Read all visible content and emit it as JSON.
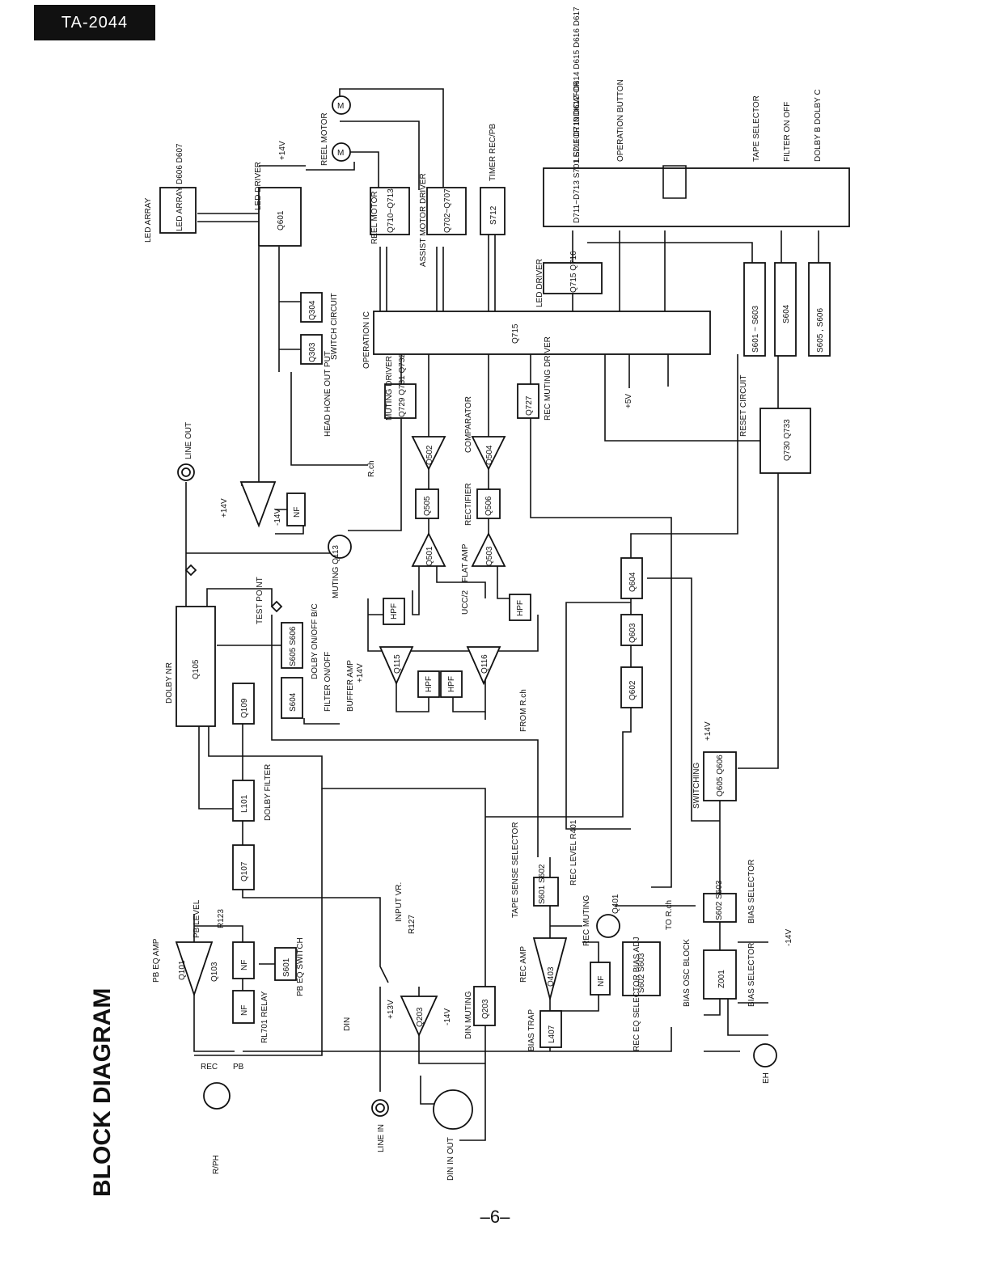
{
  "header": {
    "model": "TA-2044"
  },
  "footer": {
    "page": "–6–"
  },
  "title": "BLOCK DIAGRAM",
  "blocks": [
    {
      "id": "q601",
      "label": "Q601"
    },
    {
      "id": "led-array",
      "label": "LED ARRAY D606 D607"
    },
    {
      "id": "q710",
      "label": "Q710~Q713"
    },
    {
      "id": "q702",
      "label": "Q702~Q707"
    },
    {
      "id": "s712",
      "label": "S712"
    },
    {
      "id": "d-panel",
      "label": "D711~D713   S701 S711   D710   D612~D614   D615   D616 D617"
    },
    {
      "id": "q304",
      "label": "Q304"
    },
    {
      "id": "q303",
      "label": "Q303"
    },
    {
      "id": "q715-ic",
      "label": "Q715"
    },
    {
      "id": "q715-716",
      "label": "Q715 Q716"
    },
    {
      "id": "s601-603",
      "label": "S601 ~ S603"
    },
    {
      "id": "s604-r",
      "label": "S604"
    },
    {
      "id": "s605-606-r",
      "label": "S605 , S606"
    },
    {
      "id": "q729",
      "label": "Q729 Q731 Q732"
    },
    {
      "id": "q727",
      "label": "Q727"
    },
    {
      "id": "q730",
      "label": "Q730 Q733"
    },
    {
      "id": "q505",
      "label": "Q505"
    },
    {
      "id": "q506",
      "label": "Q506"
    },
    {
      "id": "nf-out",
      "label": "NF"
    },
    {
      "id": "hpf1",
      "label": "HPF"
    },
    {
      "id": "hpf2",
      "label": "HPF"
    },
    {
      "id": "hpf3",
      "label": "HPF"
    },
    {
      "id": "hpf4",
      "label": "HPF"
    },
    {
      "id": "q105",
      "label": "Q105"
    },
    {
      "id": "s605-606",
      "label": "S605 S606"
    },
    {
      "id": "s604",
      "label": "S604"
    },
    {
      "id": "q109",
      "label": "Q109"
    },
    {
      "id": "q604",
      "label": "Q604"
    },
    {
      "id": "q603",
      "label": "Q603"
    },
    {
      "id": "q602",
      "label": "Q602"
    },
    {
      "id": "l101",
      "label": "L101"
    },
    {
      "id": "q107",
      "label": "Q107"
    },
    {
      "id": "q605",
      "label": "Q605 Q606"
    },
    {
      "id": "nf-1",
      "label": "NF"
    },
    {
      "id": "nf-2",
      "label": "NF"
    },
    {
      "id": "s601",
      "label": "S601"
    },
    {
      "id": "s601-602",
      "label": "S601 S602"
    },
    {
      "id": "q203",
      "label": "Q203"
    },
    {
      "id": "l407",
      "label": "L407"
    },
    {
      "id": "nf-rec",
      "label": "NF"
    },
    {
      "id": "s602-603",
      "label": "S602 S603"
    },
    {
      "id": "s602-603-b",
      "label": "S602 S603"
    },
    {
      "id": "z001",
      "label": "Z001"
    }
  ],
  "amps": [
    {
      "id": "q502",
      "label": "Q502"
    },
    {
      "id": "q504",
      "label": "Q504"
    },
    {
      "id": "q501",
      "label": "Q501"
    },
    {
      "id": "q503",
      "label": "Q503"
    },
    {
      "id": "q115",
      "label": "Q115"
    },
    {
      "id": "q116",
      "label": "Q116"
    },
    {
      "id": "out-amp",
      "label": ""
    },
    {
      "id": "q101",
      "label": "Q101"
    },
    {
      "id": "q203a",
      "label": "Q203"
    },
    {
      "id": "q403",
      "label": "Q403"
    }
  ],
  "labels": [
    {
      "id": "led-array-t",
      "text": "LED ARRAY"
    },
    {
      "id": "led-driver-t",
      "text": "LED DRIVER"
    },
    {
      "id": "v14-top",
      "text": "+14V"
    },
    {
      "id": "reel-motor-m",
      "text": "REEL MOTOR"
    },
    {
      "id": "reel-motor-t",
      "text": "REEL MOTOR"
    },
    {
      "id": "assist-t",
      "text": "ASSIST MOTOR DRIVER"
    },
    {
      "id": "timer-t",
      "text": "TIMER REC/PB"
    },
    {
      "id": "led-ind-t",
      "text": "LED FOR INDICATOR"
    },
    {
      "id": "op-btn-t",
      "text": "OPERATION BUTTON"
    },
    {
      "id": "tape-sel-t",
      "text": "TAPE SELECTOR"
    },
    {
      "id": "filter-t",
      "text": "FILTER ON OFF"
    },
    {
      "id": "dolby-bc-t",
      "text": "DOLBY B DOLBY C"
    },
    {
      "id": "switch-circ",
      "text": "SWITCH CIRCUIT"
    },
    {
      "id": "op-ic",
      "text": "OPERATION IC"
    },
    {
      "id": "led-drv2",
      "text": "LED DRIVER"
    },
    {
      "id": "headphone",
      "text": "HEAD HONE OUT PUT"
    },
    {
      "id": "rch1",
      "text": "R.ch"
    },
    {
      "id": "muting-drv",
      "text": "MUTING DRIVER"
    },
    {
      "id": "comparator",
      "text": "COMPARATOR"
    },
    {
      "id": "rec-mut-drv",
      "text": "REC MUTING DRIVER"
    },
    {
      "id": "v5",
      "text": "+5V"
    },
    {
      "id": "reset",
      "text": "RESET CIRCUIT"
    },
    {
      "id": "line-out",
      "text": "LINE OUT"
    },
    {
      "id": "v14a",
      "text": "+14V"
    },
    {
      "id": "vm14a",
      "text": "-14V"
    },
    {
      "id": "rectifier",
      "text": "RECTIFIER"
    },
    {
      "id": "flat-amp",
      "text": "FLAT AMP"
    },
    {
      "id": "ucc2",
      "text": "UCC/2"
    },
    {
      "id": "muting-q113",
      "text": "MUTING Q113"
    },
    {
      "id": "test-point",
      "text": "TEST POINT"
    },
    {
      "id": "dolby-onoff",
      "text": "DOLBY ON/OFF B/C"
    },
    {
      "id": "filter-onoff",
      "text": "FILTER ON/OFF"
    },
    {
      "id": "buffer-amp",
      "text": "BUFFER AMP"
    },
    {
      "id": "v14b",
      "text": "+14V"
    },
    {
      "id": "from-rch",
      "text": "FROM R.ch"
    },
    {
      "id": "dolby-nr",
      "text": "DOLBY NR"
    },
    {
      "id": "dolby-filter",
      "text": "DOLBY FILTER"
    },
    {
      "id": "switching",
      "text": "SWITCHING"
    },
    {
      "id": "v14c",
      "text": "+14V"
    },
    {
      "id": "pb-level",
      "text": "PB LEVEL"
    },
    {
      "id": "r123",
      "text": "R123"
    },
    {
      "id": "pb-eq-amp",
      "text": "PB EQ AMP"
    },
    {
      "id": "q103",
      "text": "Q103"
    },
    {
      "id": "pb-eq-sw",
      "text": "PB EQ SWITCH"
    },
    {
      "id": "rl701",
      "text": "RL701 RELAY"
    },
    {
      "id": "input-vr",
      "text": "INPUT VR."
    },
    {
      "id": "r127",
      "text": "R127"
    },
    {
      "id": "din",
      "text": "DIN"
    },
    {
      "id": "v13",
      "text": "+13V"
    },
    {
      "id": "vm14b",
      "text": "-14V"
    },
    {
      "id": "din-muting",
      "text": "DIN MUTING"
    },
    {
      "id": "tape-sense",
      "text": "TAPE SENSE SELECTOR"
    },
    {
      "id": "rec-level",
      "text": "REC LEVEL R401"
    },
    {
      "id": "rec-muting",
      "text": "REC MUTING"
    },
    {
      "id": "q401",
      "text": "Q401"
    },
    {
      "id": "to-rch",
      "text": "TO R.ch"
    },
    {
      "id": "bias-sel1",
      "text": "BIAS SELECTOR"
    },
    {
      "id": "rec-amp",
      "text": "REC AMP"
    },
    {
      "id": "bias-trap",
      "text": "BIAS TRAP"
    },
    {
      "id": "rec-eq",
      "text": "REC EQ SELECTOR BIAS ADJ"
    },
    {
      "id": "bias-osc",
      "text": "BIAS OSC BLOCK"
    },
    {
      "id": "bias-sel2",
      "text": "BIAS SELECTOR"
    },
    {
      "id": "vm14c",
      "text": "-14V"
    },
    {
      "id": "rec",
      "text": "REC"
    },
    {
      "id": "pb",
      "text": "PB"
    },
    {
      "id": "rph",
      "text": "R/PH"
    },
    {
      "id": "line-in",
      "text": "LINE IN"
    },
    {
      "id": "din-in-out",
      "text": "DIN IN OUT"
    },
    {
      "id": "eh",
      "text": "EH"
    },
    {
      "id": "motor1",
      "text": "M"
    },
    {
      "id": "motor2",
      "text": "M"
    }
  ]
}
